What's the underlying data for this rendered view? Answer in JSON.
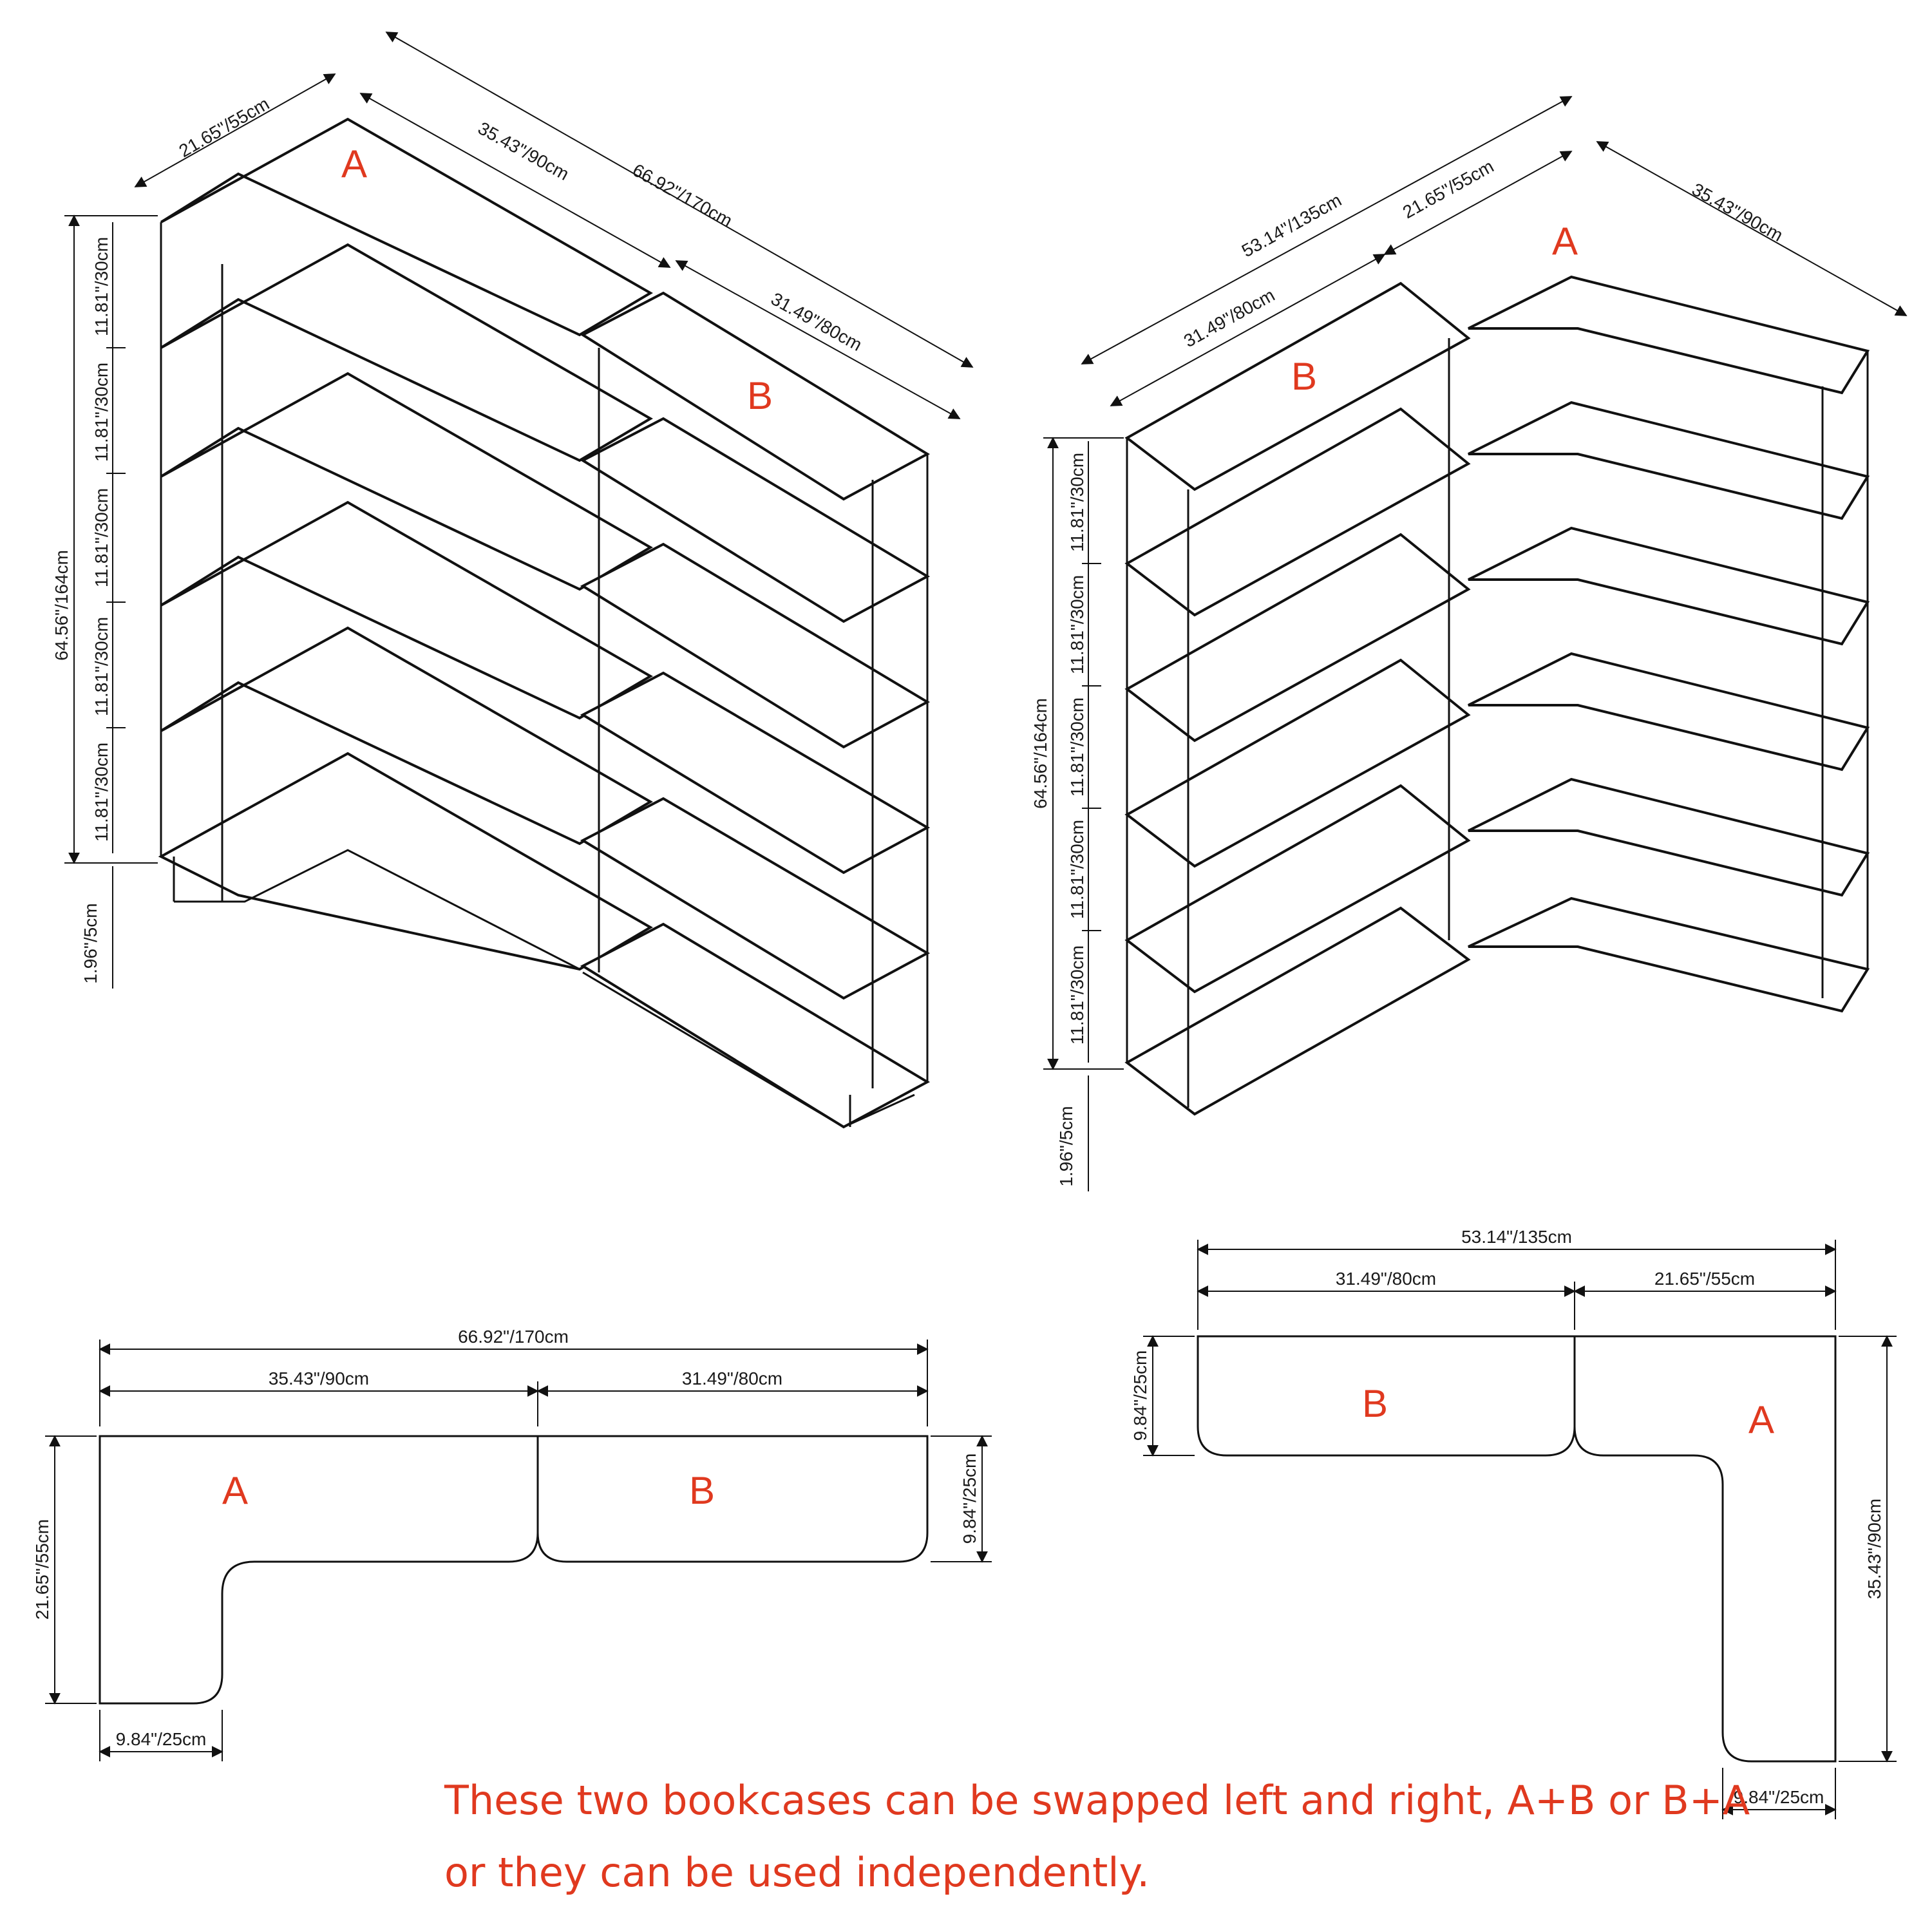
{
  "labels": {
    "a": "A",
    "b": "B"
  },
  "colors": {
    "line": "#111111",
    "accent": "#e0391f",
    "background": "#ffffff"
  },
  "iso_left": {
    "depth_a": "21.65\"/55cm",
    "length_a": "35.43\"/90cm",
    "total": "66.92\"/170cm",
    "length_b": "31.49\"/80cm",
    "height": "64.56\"/164cm",
    "shelf": "11.81\"/30cm",
    "base": "1.96\"/5cm"
  },
  "iso_right": {
    "total": "53.14\"/135cm",
    "depth_a": "21.65\"/55cm",
    "length_a": "35.43\"/90cm",
    "length_b": "31.49\"/80cm",
    "height": "64.56\"/164cm",
    "shelf": "11.81\"/30cm",
    "base": "1.96\"/5cm"
  },
  "plan_left": {
    "total": "66.92\"/170cm",
    "length_a": "35.43\"/90cm",
    "length_b": "31.49\"/80cm",
    "depth_a": "21.65\"/55cm",
    "depth_b": "9.84\"/25cm",
    "leg_width": "9.84\"/25cm"
  },
  "plan_right": {
    "total": "53.14\"/135cm",
    "length_b": "31.49\"/80cm",
    "length_a": "21.65\"/55cm",
    "depth_b": "9.84\"/25cm",
    "length_leg": "35.43\"/90cm",
    "leg_width": "9.84\"/25cm"
  },
  "note": {
    "line1": "These two bookcases can be swapped left and right, A+B or B+A",
    "line2": "or they can be used independently."
  }
}
